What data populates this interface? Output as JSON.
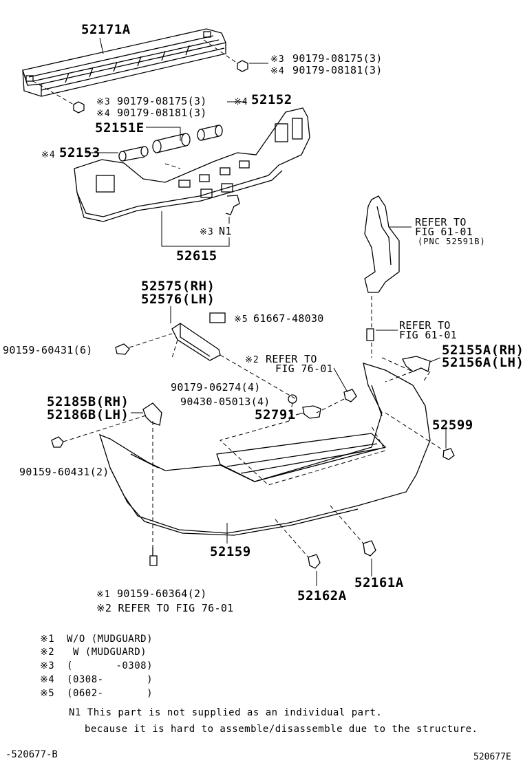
{
  "parts": {
    "p52171A": "52171A",
    "p52152": "52152",
    "p52151E": "52151E",
    "p52153": "52153",
    "p52615": "52615",
    "p52575": "52575(RH)",
    "p52576": "52576(LH)",
    "p61667": "61667-48030",
    "p52155A": "52155A(RH)",
    "p52156A": "52156A(LH)",
    "p52185B": "52185B(RH)",
    "p52186B": "52186B(LH)",
    "p52791": "52791",
    "p52599": "52599",
    "p52159": "52159",
    "p52162A": "52162A",
    "p52161A": "52161A"
  },
  "fasteners": {
    "f_top_right_1": "90179-08175(3)",
    "f_top_right_2": "90179-08181(3)",
    "f_left_1": "90179-08175(3)",
    "f_left_2": "90179-08181(3)",
    "f_90159_6": "90159-60431(6)",
    "f_90179_06274": "90179-06274(4)",
    "f_90430": "90430-05013(4)",
    "f_90159_2": "90159-60431(2)",
    "f_90159_60364": "90159-60364(2)"
  },
  "marks": {
    "m3": "※3",
    "m4": "※4",
    "m5": "※5",
    "m1": "※1",
    "m2": "※2",
    "n1": "N1"
  },
  "refs": {
    "ref_fig61_a_1": "REFER TO",
    "ref_fig61_a_2": "FIG 61-01",
    "ref_fig61_a_3": "(PNC 52591B)",
    "ref_fig61_b_1": "REFER TO",
    "ref_fig61_b_2": "FIG 61-01",
    "ref_fig76_1": "REFER TO",
    "ref_fig76_2": "FIG 76-01",
    "ref_fig76_bottom": "※2 REFER TO FIG 76-01"
  },
  "legend": {
    "l1": "※1  W/O (MUDGUARD)",
    "l2": "※2   W (MUDGUARD)",
    "l3": "※3  (       -0308)",
    "l4": "※4  (0308-       )",
    "l5": "※5  (0602-       )",
    "n1_line1": "N1 This part is not supplied as an individual part.",
    "n1_line2": "because it is hard to assemble/disassemble due to the structure."
  },
  "footer": {
    "left": "-520677-B",
    "right": "520677E"
  }
}
